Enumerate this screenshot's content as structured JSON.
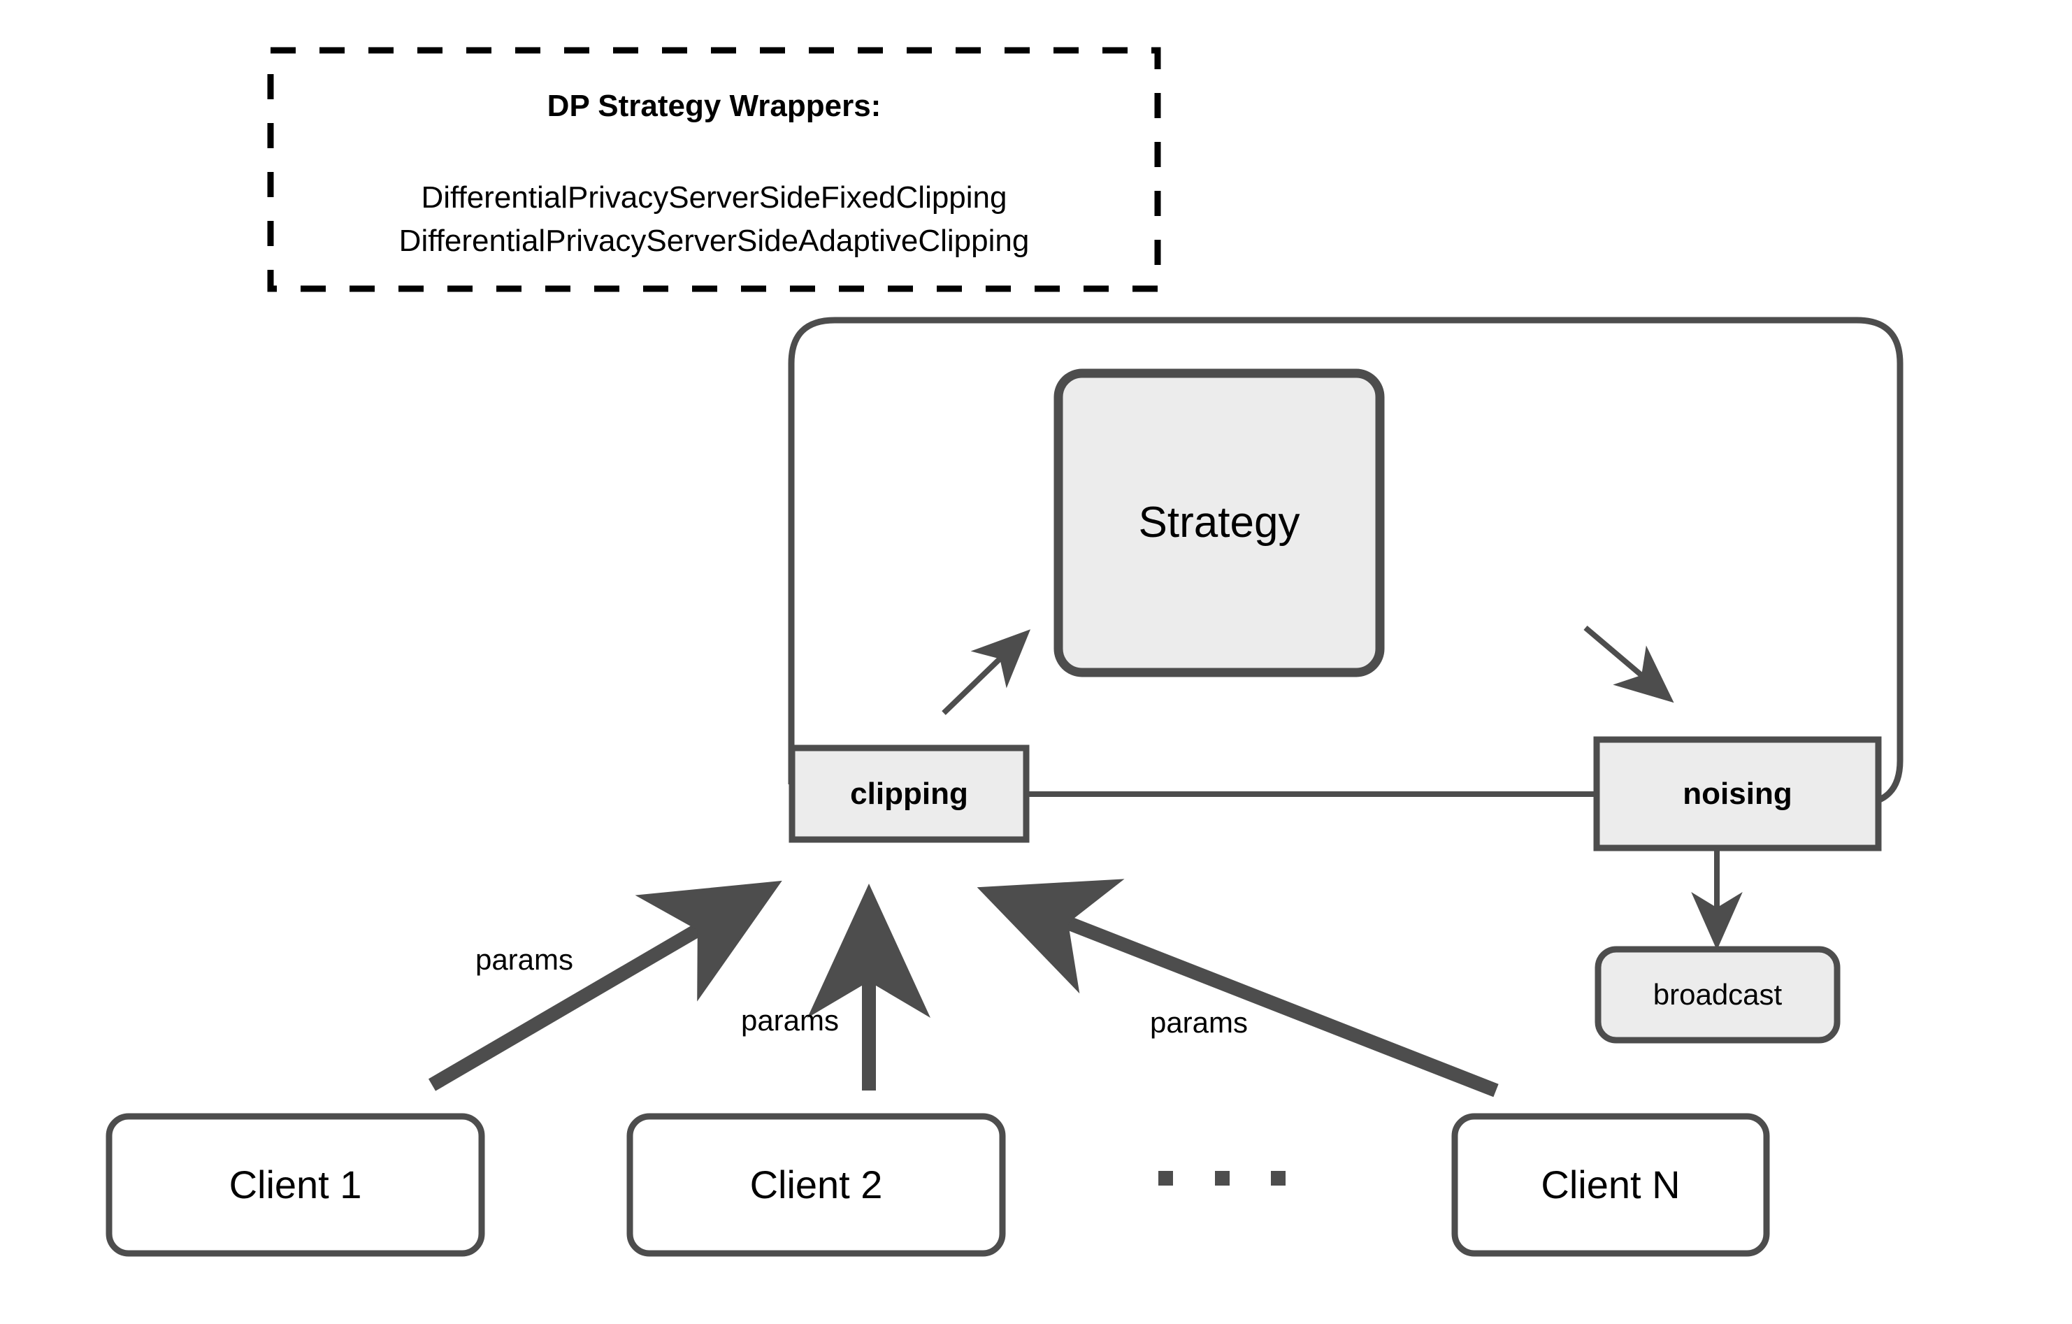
{
  "diagram": {
    "title_box": {
      "heading": "DP Strategy Wrappers:",
      "line1": "DifferentialPrivacyServerSideFixedClipping",
      "line2": "DifferentialPrivacyServerSideAdaptiveClipping"
    },
    "server": {
      "strategy_label": "Strategy",
      "clipping_label": "clipping",
      "noising_label": "noising",
      "broadcast_label": "broadcast"
    },
    "clients": [
      {
        "label": "Client 1"
      },
      {
        "label": "Client 2"
      },
      {
        "label": "Client N"
      }
    ],
    "ellipsis": "•••",
    "edges": [
      {
        "label": "params"
      },
      {
        "label": "params"
      },
      {
        "label": "params"
      }
    ],
    "colors": {
      "stroke": "#4d4d4d",
      "fill_gray": "#ececec",
      "fill_white": "#ffffff",
      "text": "#000000",
      "dashed_stroke": "#000000"
    }
  }
}
